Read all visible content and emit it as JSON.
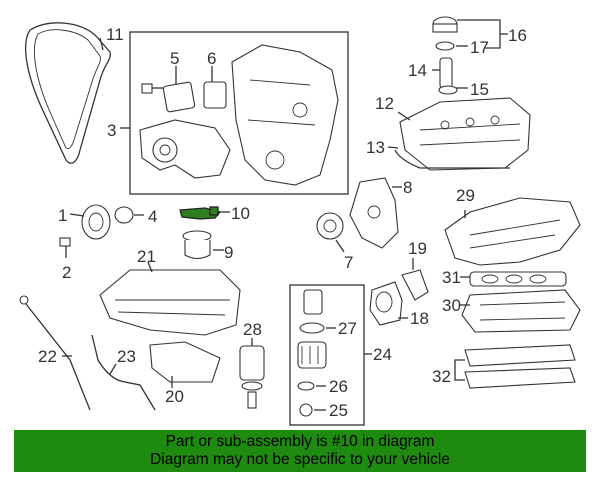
{
  "diagram": {
    "callouts": [
      "1",
      "2",
      "3",
      "4",
      "5",
      "6",
      "7",
      "8",
      "9",
      "10",
      "11",
      "12",
      "13",
      "14",
      "15",
      "16",
      "17",
      "18",
      "19",
      "20",
      "21",
      "22",
      "23",
      "24",
      "25",
      "26",
      "27",
      "28",
      "29",
      "30",
      "31",
      "32"
    ],
    "highlighted_part": "10",
    "highlight_color": "#2e7d1f"
  },
  "banner": {
    "line1": "Part or sub-assembly is #10 in diagram",
    "line2": "Diagram may not be specific to your vehicle",
    "background": "#1f8a10"
  }
}
